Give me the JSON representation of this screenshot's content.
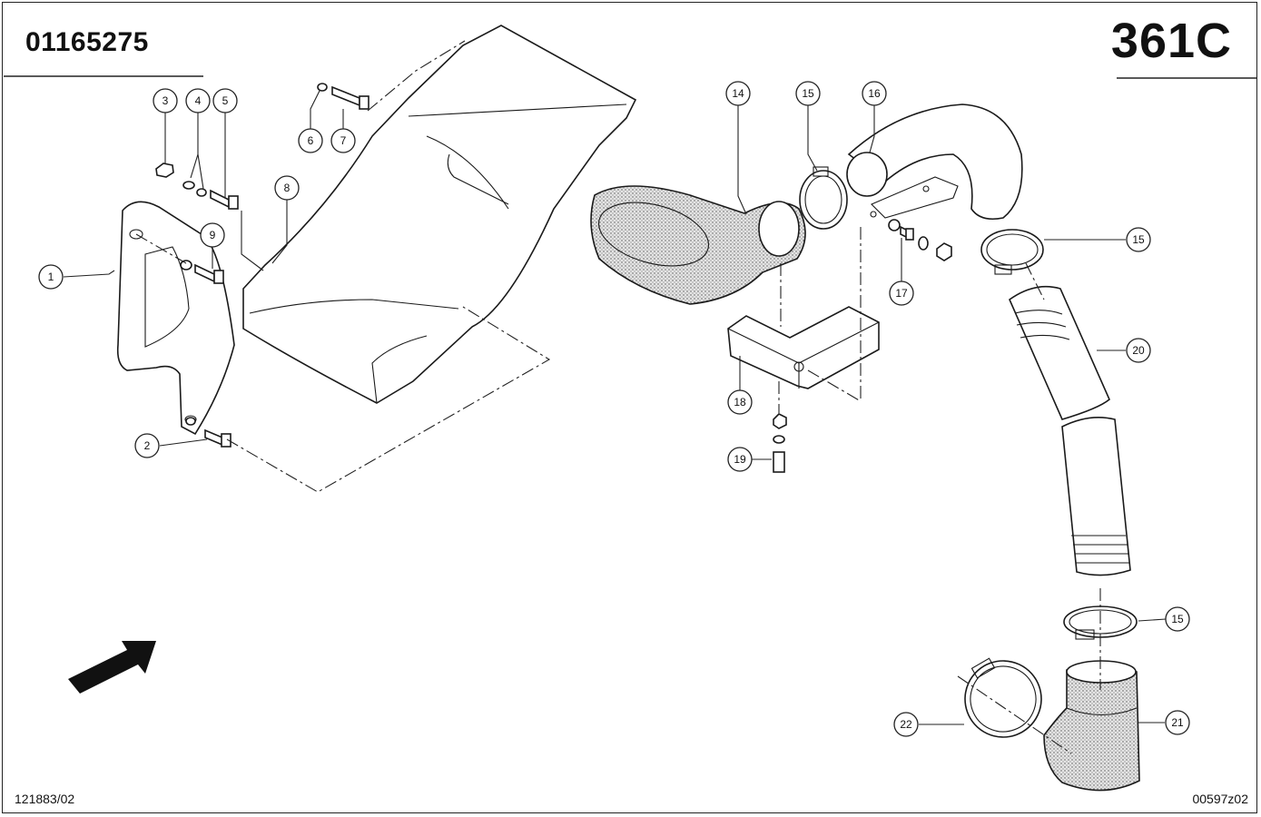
{
  "header": {
    "part_number": "01165275",
    "page_id": "361C"
  },
  "footer": {
    "left_ref": "121883/02",
    "right_ref": "00597z02"
  },
  "callouts": [
    "1",
    "2",
    "3",
    "4",
    "5",
    "6",
    "7",
    "8",
    "9",
    "14",
    "15",
    "16",
    "15",
    "17",
    "18",
    "19",
    "20",
    "15",
    "21",
    "22"
  ],
  "icons": {
    "direction_arrow": "arrow-icon"
  }
}
